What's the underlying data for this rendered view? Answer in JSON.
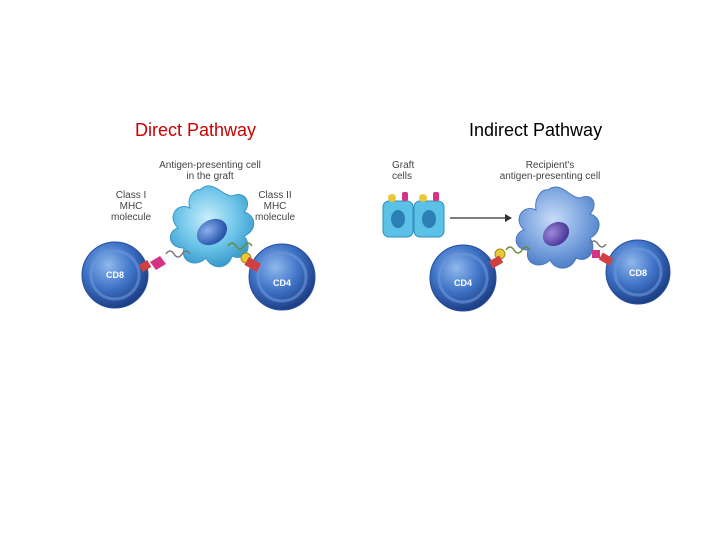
{
  "titles": {
    "direct": "Direct Pathway",
    "indirect": "Indirect Pathway"
  },
  "colors": {
    "direct_title": "#cc0000",
    "indirect_title": "#000000"
  },
  "direct": {
    "apc_label_line1": "Antigen-presenting cell",
    "apc_label_line2": "in the graft",
    "class1_line1": "Class I",
    "class1_line2": "MHC",
    "class1_line3": "molecule",
    "class2_line1": "Class II",
    "class2_line2": "MHC",
    "class2_line3": "molecule",
    "cd8": "CD8",
    "cd4": "CD4"
  },
  "indirect": {
    "graft_line1": "Graft",
    "graft_line2": "cells",
    "recipient_line1": "Recipient's",
    "recipient_line2": "antigen-presenting cell",
    "cd4": "CD4",
    "cd8": "CD8"
  }
}
